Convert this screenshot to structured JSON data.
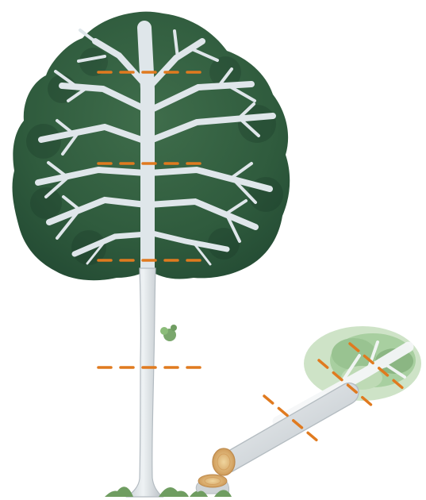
{
  "illustration": {
    "subject": "tree-felling-diagram",
    "colors": {
      "canopy": "#2f5b3d",
      "canopy_dark": "#1f4430",
      "canopy_light": "#4d7a54",
      "branch": "#dfe6ea",
      "trunk": "#d9dde0",
      "trunk_shadow": "#b8bfc5",
      "cut_line": "#e07a1f",
      "grass": "#6f9d61",
      "stump": "#d9b06f",
      "stump_ring": "#c7924d",
      "felled_foliage": "#8fbd86"
    },
    "icons": [
      "standing-tree",
      "felled-log",
      "cut-guide-lines",
      "stump"
    ]
  }
}
